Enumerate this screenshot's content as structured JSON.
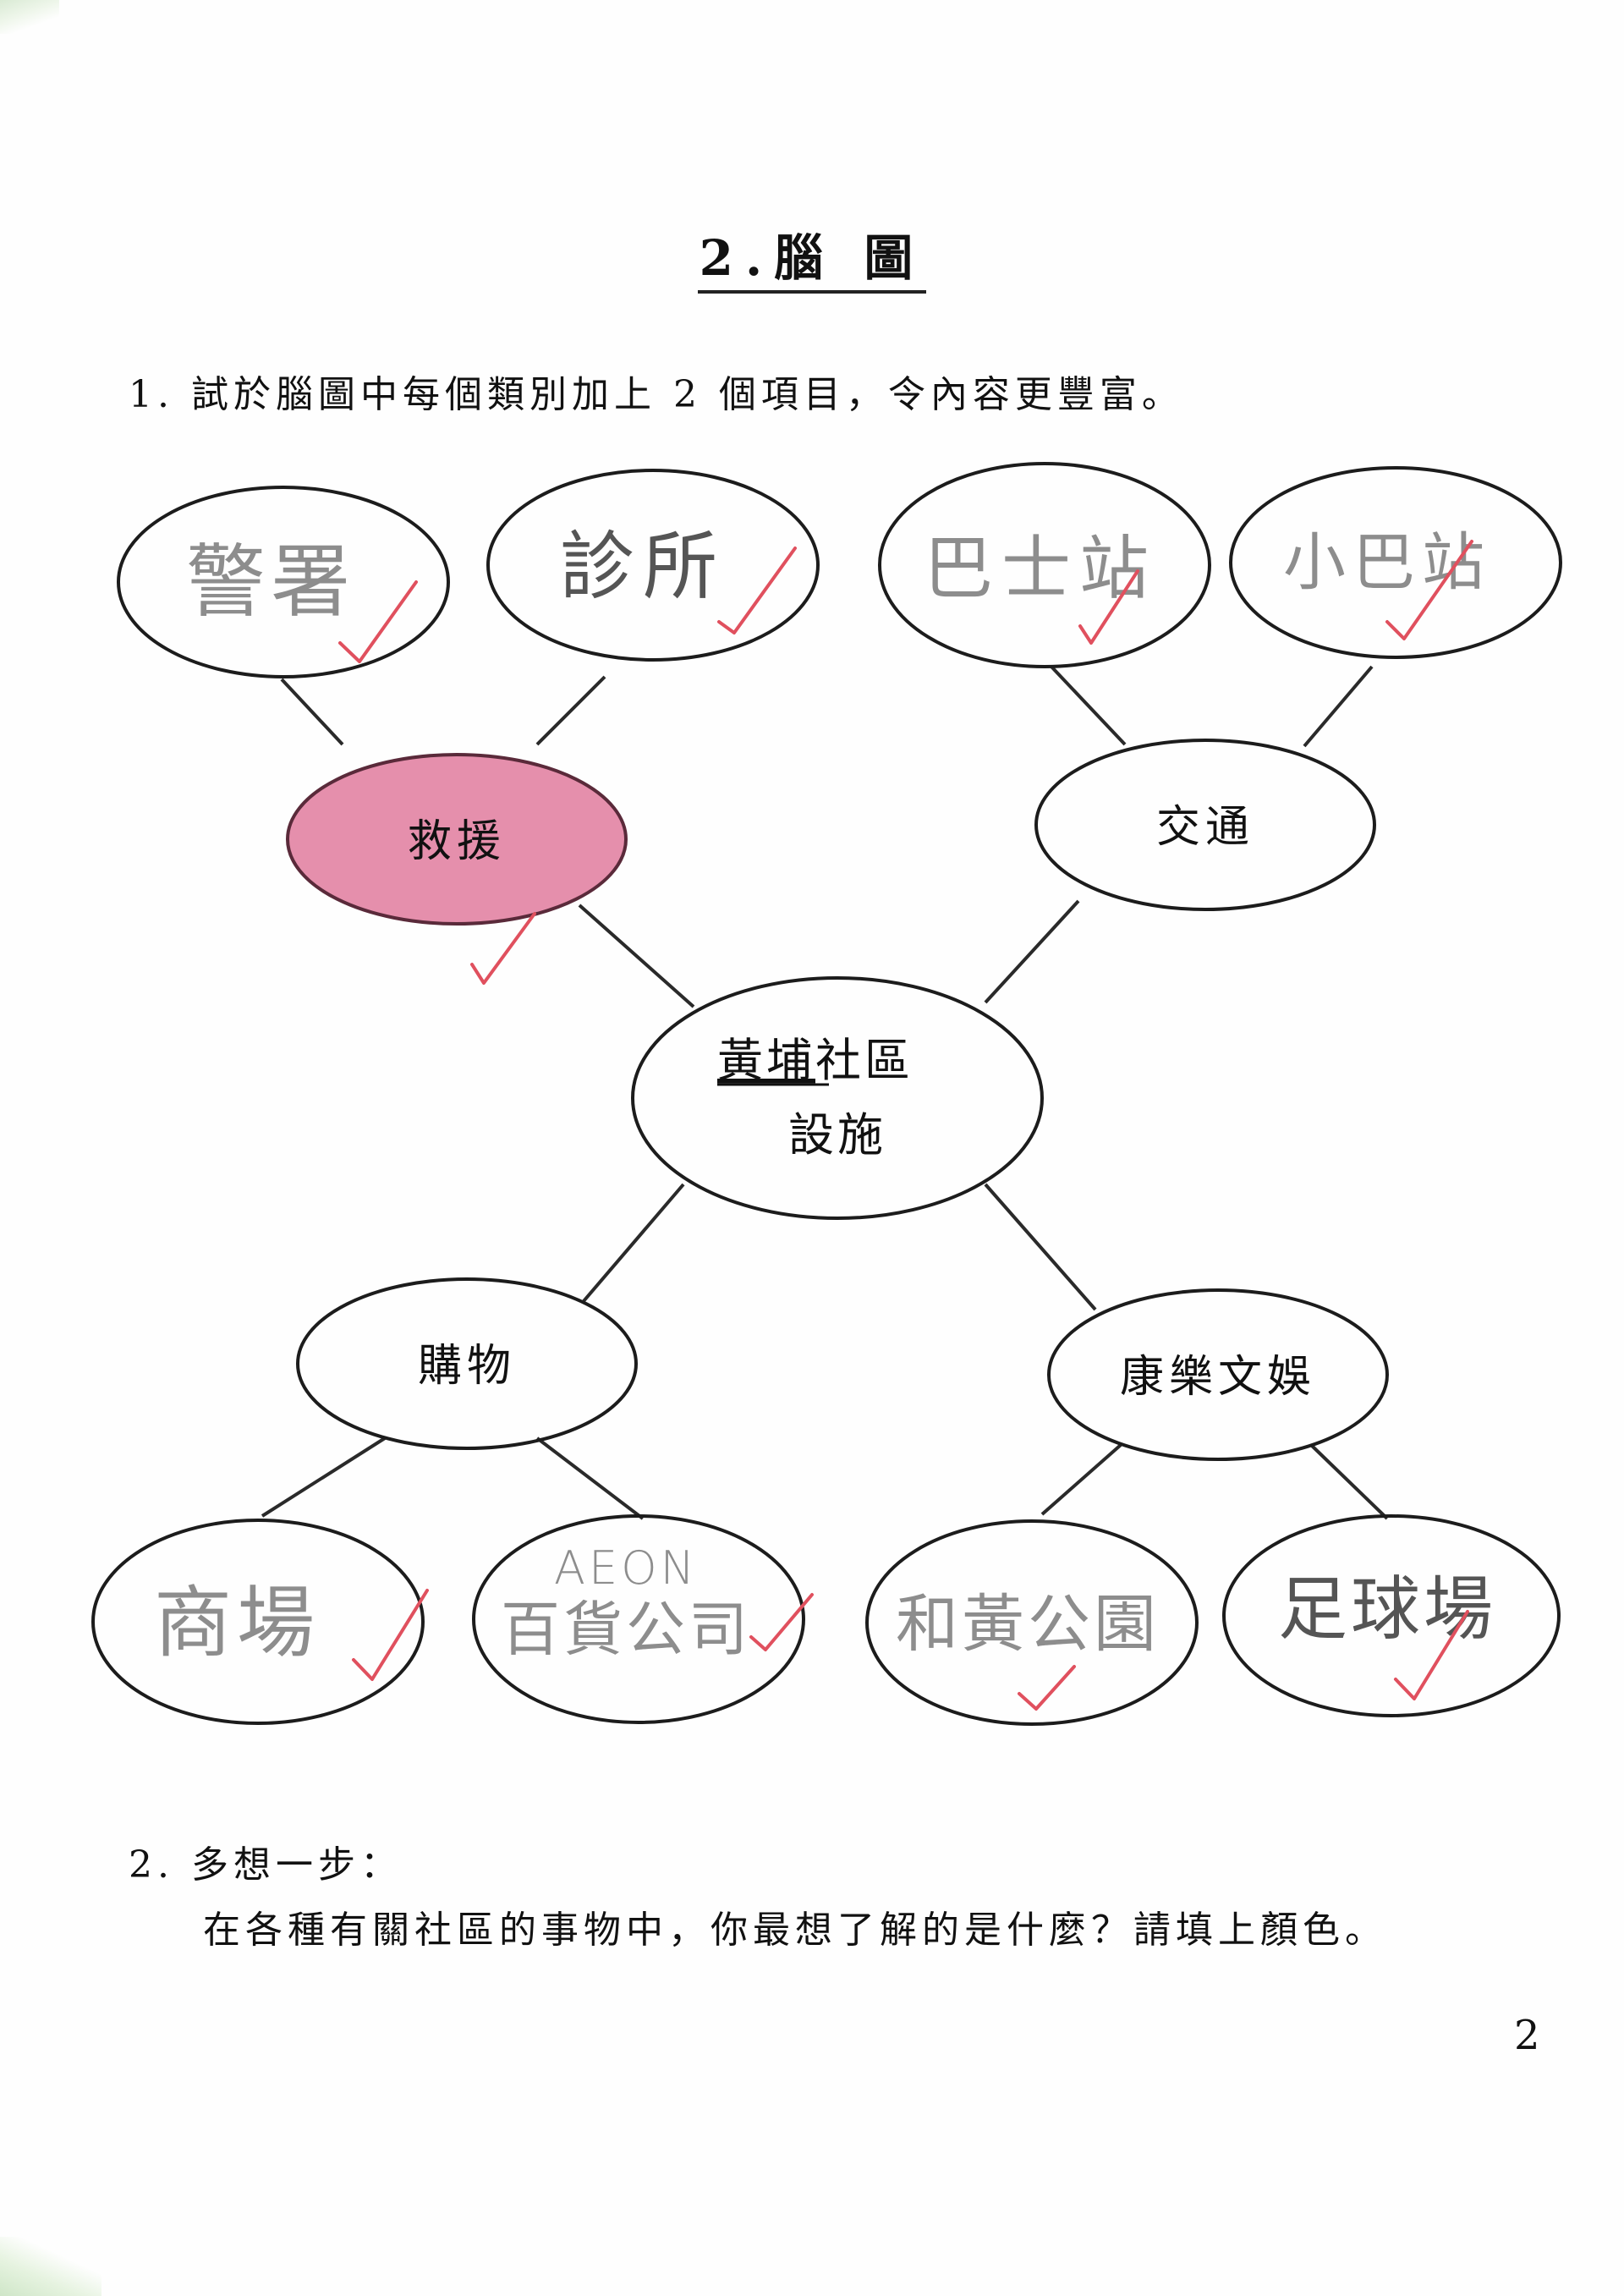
{
  "page": {
    "title": "2.腦 圖",
    "question1": "1.  試於腦圖中每個類別加上 2 個項目，令內容更豐富。",
    "question2_title": "2.  多想一步：",
    "question2_body": "在各種有關社區的事物中，你最想了解的是什麼？請填上顏色。",
    "page_number": "2"
  },
  "mind_map": {
    "center": {
      "line1_underlined": "黃埔",
      "line1_rest": "社區",
      "line2": "設施"
    },
    "categories": {
      "rescue": {
        "label": "救援",
        "highlighted": true,
        "highlight_color": "#e58fac",
        "items": [
          "警署",
          "診所"
        ]
      },
      "transport": {
        "label": "交通",
        "items": [
          "巴士站",
          "小巴站"
        ]
      },
      "shopping": {
        "label": "購物",
        "items": [
          "商場",
          "AEON",
          "百貨公司"
        ]
      },
      "recreation": {
        "label": "康樂文娛",
        "items": [
          "和黃公園",
          "足球場"
        ]
      }
    },
    "check_color": "#e0505e",
    "handwriting_color": "#8d8d8d"
  }
}
